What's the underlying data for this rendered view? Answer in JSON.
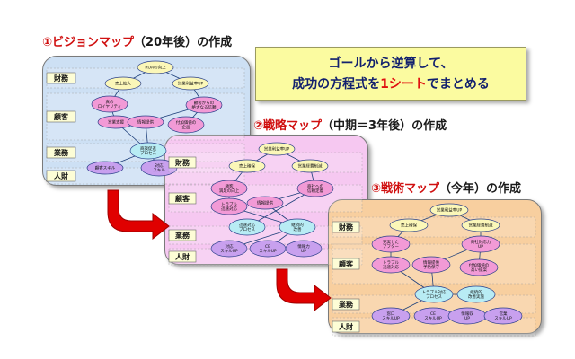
{
  "titles": {
    "vision": {
      "num": "①",
      "highlight": "ビジョンマップ",
      "rest": "（20年後）の作成"
    },
    "strategy": {
      "num": "②",
      "highlight": "戦略マップ",
      "rest": "（中期＝3年後）の作成"
    },
    "tactics": {
      "num": "③",
      "highlight": "戦術マップ",
      "rest": "（今年）の作成"
    }
  },
  "callout": {
    "line1": "ゴールから逆算して、",
    "line2_pre": "成功の方程式を",
    "line2_red": "1シート",
    "line2_post": "でまとめる"
  },
  "colors": {
    "vision_bg": "#cde0f4",
    "strategy_bg": "#f6c8f1",
    "tactics_bg": "#f8cf9f",
    "highlight_red": "#d01010",
    "callout_bg": "#fbfba0",
    "callout_text": "#12206e",
    "arrow_red": "#e00000",
    "node_yellow": "#fbf7b8",
    "node_pink": "#f29ad6",
    "node_cyan": "#b8ecf4",
    "node_purple": "#c8a0ee"
  },
  "panels": {
    "vision": {
      "rows": [
        "財務",
        "顧客",
        "業務",
        "人財"
      ],
      "nodes": [
        "ROAの向上",
        "売上拡大",
        "営業利益率UP",
        "真の\nロイヤリティ",
        "顧客からの\n絶大なる信頼",
        "営業支援",
        "情報提供",
        "付加価値の\n企画",
        "商談促進\nプロセス",
        "顧客スキル",
        "対応\nスキル"
      ]
    },
    "strategy": {
      "rows": [
        "財務",
        "顧客",
        "業務",
        "人財"
      ],
      "nodes": [
        "営業利益率UP",
        "売上確保",
        "営業経費削減",
        "顧客\n満足の向上",
        "商社への\n信頼定着",
        "トラブル\n迅速対応",
        "情報提供",
        "迅速対応\nプロセス",
        "継続的\n改善",
        "対応\nスキルUP",
        "CE\nスキルUP",
        "情報力\nUP"
      ]
    },
    "tactics": {
      "rows": [
        "財務",
        "顧客",
        "業務",
        "人財"
      ],
      "nodes": [
        "営業利益率UP",
        "売上確保",
        "営業経費削減",
        "充実した\nアフター",
        "商社対応力\nUP",
        "トラブル\n迅速対応",
        "情報提供\n予防保守",
        "付加価値の\n高い提案",
        "トラブル対応\nプロセス",
        "継続的\n改善実施",
        "窓口\nスキルUP",
        "CE\nスキルUP",
        "情報収\nUP",
        "営業\nスキルUP"
      ]
    }
  }
}
